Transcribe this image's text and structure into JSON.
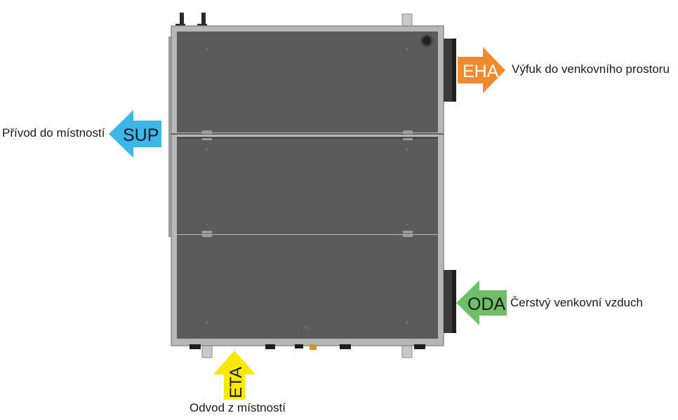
{
  "colors": {
    "frame": "#b7b7b7",
    "panel": "#5a5b5a",
    "duct": "#2a2a2a",
    "eha": "#f08a2e",
    "sup": "#3db6e8",
    "oda": "#6fbe6a",
    "eta": "#fbe800"
  },
  "flows": {
    "eha": {
      "code": "EHA",
      "label": "Výfuk do venkovního prostoru"
    },
    "sup": {
      "code": "SUP",
      "label": "Přívod do místností"
    },
    "oda": {
      "code": "ODA",
      "label": "Čerstvý venkovní vzduch"
    },
    "eta": {
      "code": "ETA",
      "label": "Odvod z místností"
    }
  }
}
